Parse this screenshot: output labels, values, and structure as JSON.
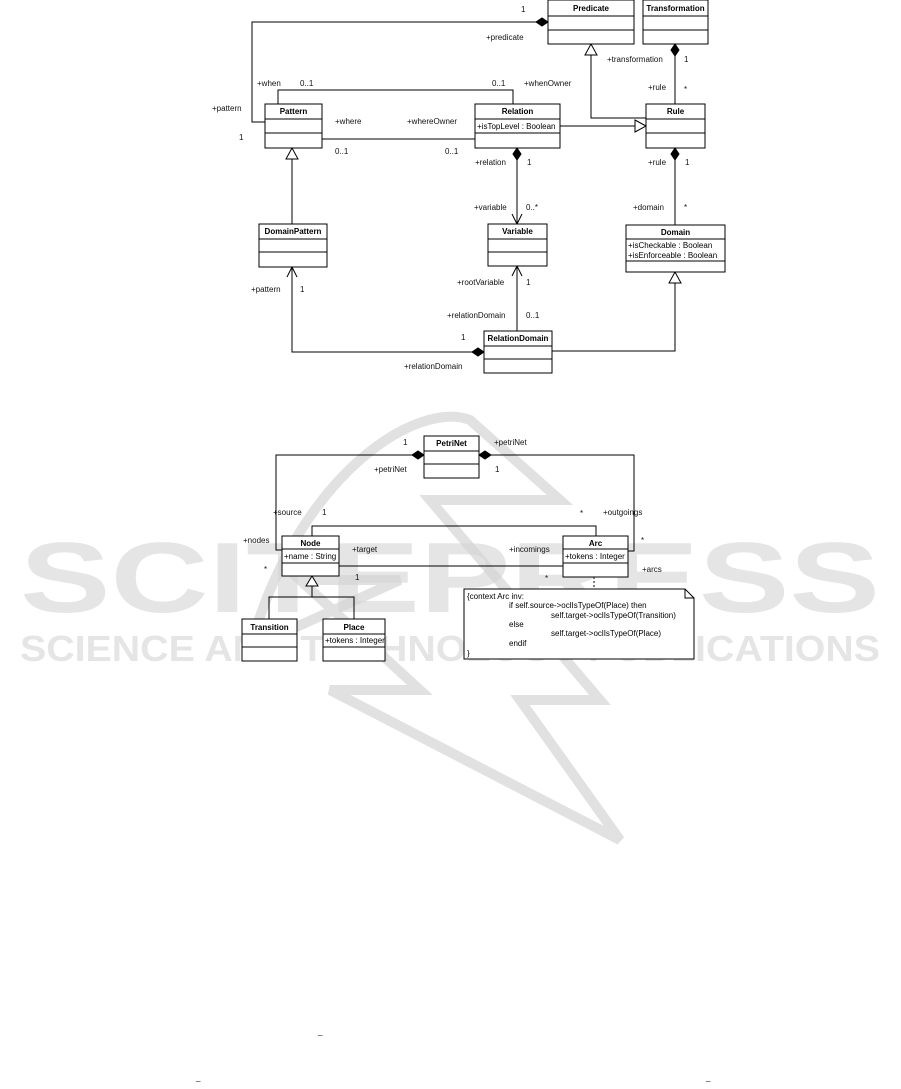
{
  "watermark": {
    "big": "SCITEPRESS",
    "small": "SCIENCE AND TECHNOLOGY PUBLICATIONS"
  },
  "diagram1": {
    "classes": {
      "predicate": {
        "name": "Predicate",
        "attrs": []
      },
      "transformation": {
        "name": "Transformation",
        "attrs": []
      },
      "pattern": {
        "name": "Pattern",
        "attrs": []
      },
      "relation": {
        "name": "Relation",
        "attrs": [
          "+isTopLevel : Boolean"
        ]
      },
      "rule": {
        "name": "Rule",
        "attrs": []
      },
      "domainpattern": {
        "name": "DomainPattern",
        "attrs": []
      },
      "variable": {
        "name": "Variable",
        "attrs": []
      },
      "domain": {
        "name": "Domain",
        "attrs": [
          "+isCheckable : Boolean",
          "+isEnforceable : Boolean"
        ]
      },
      "relationdomain": {
        "name": "RelationDomain",
        "attrs": []
      }
    },
    "labels": {
      "predicate_mult": "1",
      "predicate_role": "+predicate",
      "pattern_role": "+pattern",
      "pattern_mult": "1",
      "when_role": "+when",
      "when_mult": "0..1",
      "whenowner_mult": "0..1",
      "whenowner_role": "+whenOwner",
      "where_role": "+where",
      "whereowner_role": "+whereOwner",
      "where_mult": "0..1",
      "whereowner_mult": "0..1",
      "transformation_role": "+transformation",
      "transformation_mult": "1",
      "rule_role1": "+rule",
      "rule_mult1": "*",
      "relation_role": "+relation",
      "relation_mult": "1",
      "variable_role": "+variable",
      "variable_mult": "0..*",
      "rule_role2": "+rule",
      "rule_mult2": "1",
      "domain_role": "+domain",
      "domain_mult": "*",
      "rootvariable_role": "+rootVariable",
      "rootvariable_mult": "1",
      "relationdomain_role1": "+relationDomain",
      "relationdomain_mult1": "0..1",
      "pattern_role2": "+pattern",
      "pattern_mult2": "1",
      "relationdomain_mult2": "1",
      "relationdomain_role2": "+relationDomain"
    }
  },
  "diagram2": {
    "classes": {
      "petrinet": {
        "name": "PetriNet",
        "attrs": []
      },
      "node": {
        "name": "Node",
        "attrs": [
          "+name : String"
        ]
      },
      "arc": {
        "name": "Arc",
        "attrs": [
          "+tokens : Integer"
        ]
      },
      "transition": {
        "name": "Transition",
        "attrs": []
      },
      "place": {
        "name": "Place",
        "attrs": [
          "+tokens : Integer"
        ]
      }
    },
    "labels": {
      "petrinet_mult_left": "1",
      "petrinet_role_right": "+petriNet",
      "petrinet_role_left": "+petriNet",
      "petrinet_mult_right": "1",
      "source_role": "+source",
      "source_mult": "1",
      "outgoings_mult": "*",
      "outgoings_role": "+outgoings",
      "nodes_role": "+nodes",
      "nodes_mult": "*",
      "target_role": "+target",
      "target_mult": "1",
      "incomings_role": "+incomings",
      "incomings_mult": "*",
      "arcs_mult": "*",
      "arcs_role": "+arcs"
    },
    "note": {
      "lines": [
        "{context Arc inv:",
        "if self.source->oclIsTypeOf(Place) then",
        "self.target->oclIsTypeOf(Transition)",
        "else",
        "self.target->oclIsTypeOf(Place)",
        "endif",
        "}"
      ]
    }
  },
  "page_marks": {
    "underscore1": "_",
    "underscore2": "_",
    "underscore3": "_"
  }
}
